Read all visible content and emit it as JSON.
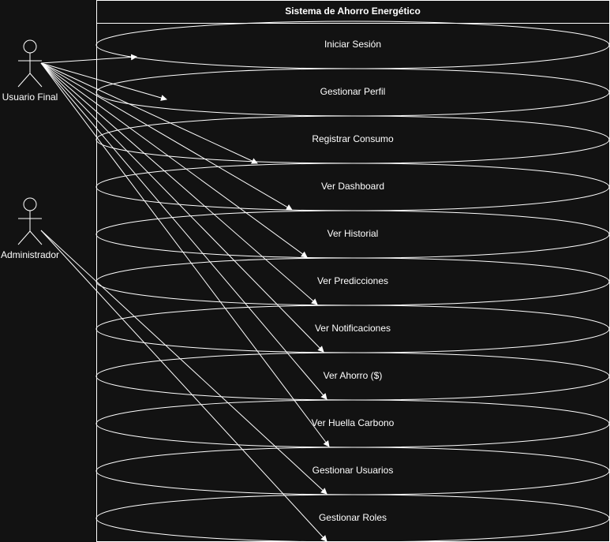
{
  "system": {
    "title": "Sistema de Ahorro Energético"
  },
  "actors": [
    {
      "name": "Usuario Final"
    },
    {
      "name": "Administrador"
    }
  ],
  "use_cases": [
    {
      "label": "Iniciar Sesión"
    },
    {
      "label": "Gestionar Perfil"
    },
    {
      "label": "Registrar Consumo"
    },
    {
      "label": "Ver Dashboard"
    },
    {
      "label": "Ver Historial"
    },
    {
      "label": "Ver Predicciones"
    },
    {
      "label": "Ver Notificaciones"
    },
    {
      "label": "Ver Ahorro ($)"
    },
    {
      "label": "Ver Huella Carbono"
    },
    {
      "label": "Gestionar Usuarios"
    },
    {
      "label": "Gestionar Roles"
    }
  ],
  "associations": [
    {
      "actor": 0,
      "use_case": 0
    },
    {
      "actor": 0,
      "use_case": 1
    },
    {
      "actor": 0,
      "use_case": 2
    },
    {
      "actor": 0,
      "use_case": 3
    },
    {
      "actor": 0,
      "use_case": 4
    },
    {
      "actor": 0,
      "use_case": 5
    },
    {
      "actor": 0,
      "use_case": 6
    },
    {
      "actor": 0,
      "use_case": 7
    },
    {
      "actor": 0,
      "use_case": 8
    },
    {
      "actor": 1,
      "use_case": 9
    },
    {
      "actor": 1,
      "use_case": 10
    }
  ],
  "colors": {
    "background": "#121212",
    "stroke": "#ffffff",
    "text": "#ffffff"
  }
}
